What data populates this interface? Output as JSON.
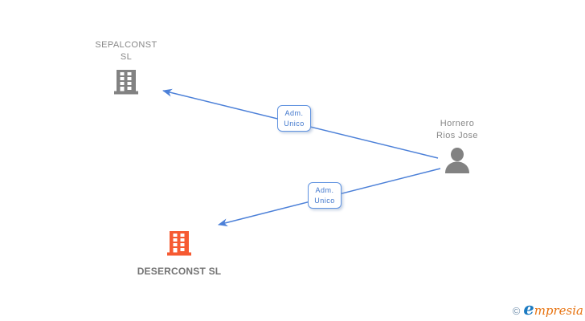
{
  "diagram": {
    "nodes": {
      "sepalconst": {
        "name_line1": "SEPALCONST",
        "name_line2": "SL",
        "icon": "building-icon",
        "color": "#828282"
      },
      "hornero": {
        "name_line1": "Hornero",
        "name_line2": "Rios Jose",
        "icon": "person-icon",
        "color": "#828282"
      },
      "deserconst": {
        "name": "DESERCONST SL",
        "icon": "building-icon",
        "color": "#f65a32",
        "highlighted": true
      }
    },
    "relationships": [
      {
        "from": "Hornero Rios Jose",
        "to": "SEPALCONST SL",
        "role_line1": "Adm.",
        "role_line2": "Unico"
      },
      {
        "from": "Hornero Rios Jose",
        "to": "DESERCONST SL",
        "role_line1": "Adm.",
        "role_line2": "Unico"
      }
    ],
    "edge_color": "#4c80d8"
  },
  "footer": {
    "copyright_symbol": "©",
    "brand_initial": "e",
    "brand_rest": "mpresia",
    "brand_color_initial": "#1b7ac1",
    "brand_color_rest": "#e77310"
  }
}
